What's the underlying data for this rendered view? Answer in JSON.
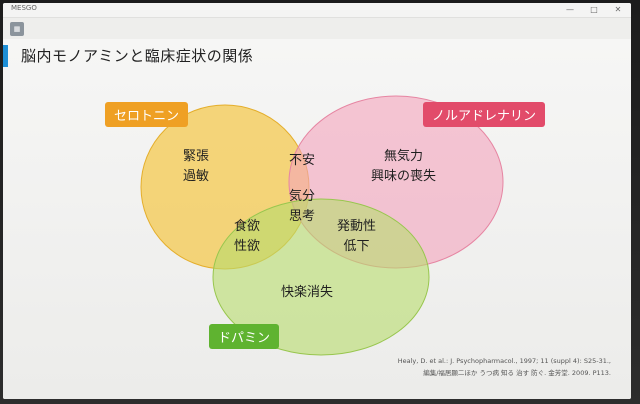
{
  "window": {
    "app_name": "MESGO",
    "minimize_glyph": "—",
    "maximize_glyph": "□",
    "close_glyph": "✕",
    "toolbar_icon": "grid-icon"
  },
  "slide": {
    "title": "脳内モノアミンと臨床症状の関係",
    "accent_color": "#1e8fd6"
  },
  "diagram": {
    "sets": [
      {
        "name": "セロトニン",
        "color": "#efa024",
        "fill": "#f4c84a"
      },
      {
        "name": "ノルアドレナリン",
        "color": "#e24b6a",
        "fill": "#f4a3bd"
      },
      {
        "name": "ドパミン",
        "color": "#5fb330",
        "fill": "#b7dc6d"
      }
    ],
    "regions": {
      "serotonin_only": [
        "緊張",
        "過敏"
      ],
      "noradrenaline_only": [
        "無気力",
        "興味の喪失"
      ],
      "dopamine_only": [
        "快楽消失"
      ],
      "serotonin_noradrenaline": [
        "不安"
      ],
      "serotonin_dopamine": [
        "食欲",
        "性欲"
      ],
      "noradrenaline_dopamine": [
        "発動性",
        "低下"
      ],
      "all_three": [
        "気分",
        "思考"
      ]
    }
  },
  "reference": {
    "line1": "Healy, D. et al.: J. Psychopharmacol., 1997; 11 (suppl 4): S25-31.,",
    "line2": "編集/福居顯二ほか うつ病 知る 治す 防ぐ. 金芳堂. 2009. P113."
  }
}
